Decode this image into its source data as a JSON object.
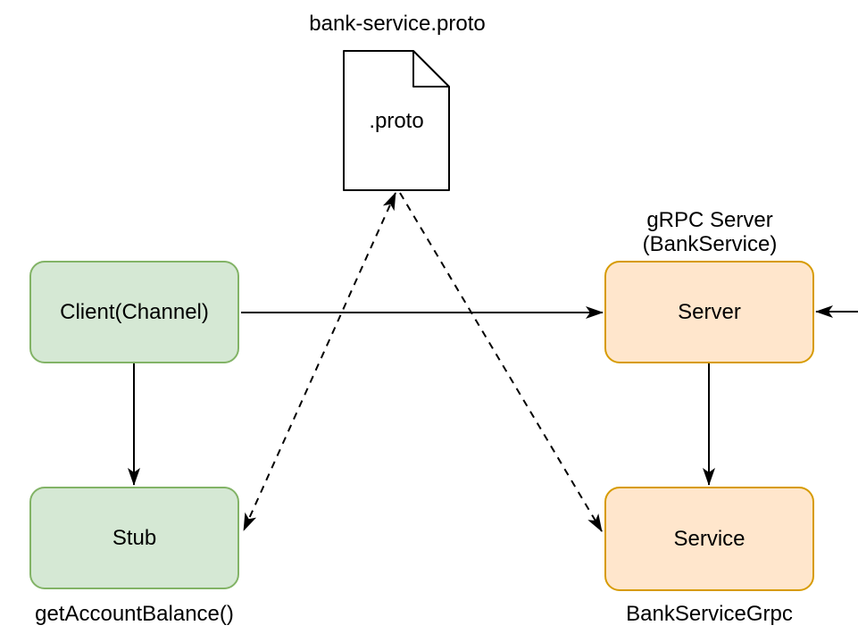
{
  "diagram": {
    "file_node": {
      "caption": "bank-service.proto",
      "label": ".proto"
    },
    "nodes": {
      "client": {
        "label": "Client(Channel)"
      },
      "stub": {
        "label": "Stub",
        "caption": "getAccountBalance()"
      },
      "server": {
        "label": "Server",
        "caption_line1": "gRPC Server",
        "caption_line2": "(BankService)"
      },
      "service": {
        "label": "Service",
        "caption": "BankServiceGrpc"
      }
    },
    "edges": [
      {
        "from": "client",
        "to": "server",
        "style": "solid-arrow"
      },
      {
        "from": "right-edge",
        "to": "server",
        "style": "solid-arrow"
      },
      {
        "from": "client",
        "to": "stub",
        "style": "solid-arrow"
      },
      {
        "from": "server",
        "to": "service",
        "style": "solid-arrow"
      },
      {
        "from": "proto-file",
        "to": "stub",
        "style": "dashed-arrow-both-ends"
      },
      {
        "from": "proto-file",
        "to": "service",
        "style": "dashed-arrow"
      }
    ],
    "colors": {
      "client_fill": "#d5e8d4",
      "client_border": "#82b366",
      "server_fill": "#ffe6cc",
      "server_border": "#d79b00",
      "line": "#000000",
      "background": "#ffffff"
    }
  }
}
